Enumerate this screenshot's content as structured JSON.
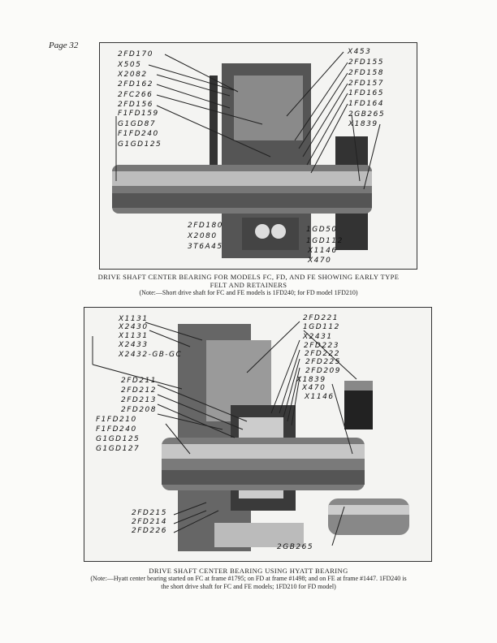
{
  "page_label": "Page 32",
  "figure1": {
    "labels_left": [
      "2FD170",
      "X505",
      "X2082",
      "2FD162",
      "2FC266",
      "2FD156",
      "F1FD159",
      "G1GD87",
      "F1FD240",
      "G1GD125"
    ],
    "labels_right": [
      "X453",
      "2FD155",
      "2FD158",
      "2FD157",
      "1FD165",
      "1FD164",
      "2GB265",
      "X1839"
    ],
    "labels_bottom_left": [
      "2FD180",
      "X2080",
      "3T6A45"
    ],
    "labels_bottom_right": [
      "1GD50",
      "1GD112",
      "X1146",
      "X470"
    ],
    "caption_line1": "DRIVE SHAFT CENTER BEARING FOR MODELS FC, FD, AND FE SHOWING EARLY TYPE",
    "caption_line2": "FELT AND RETAINERS",
    "note": "(Note:—Short drive shaft for FC and FE models is 1FD240; for FD model 1FD210)"
  },
  "figure2": {
    "labels_left_top": [
      "X1131",
      "X2430",
      "X1131",
      "X2433",
      "X2432-GB-GC"
    ],
    "labels_left_mid": [
      "2FD211",
      "2FD212",
      "2FD213",
      "2FD208"
    ],
    "labels_left_low": [
      "F1FD210",
      "F1FD240",
      "G1GD125",
      "G1GD127"
    ],
    "labels_right": [
      "2FD221",
      "1GD112",
      "X2431",
      "2FD223",
      "2FD222",
      "2FD225",
      "2FD209",
      "X1839",
      "X470",
      "X1146"
    ],
    "labels_bottom": [
      "2FD215",
      "2FD214",
      "2FD226",
      "2GB265"
    ],
    "caption": "DRIVE SHAFT CENTER BEARING USING HYATT BEARING",
    "note_line1": "(Note:—Hyatt center bearing started on FC at frame #1795; on FD at frame #1498; and on FE at frame #1447.  1FD240 is",
    "note_line2": "the short drive shaft for FC and FE models; 1FD210 for FD model)"
  }
}
